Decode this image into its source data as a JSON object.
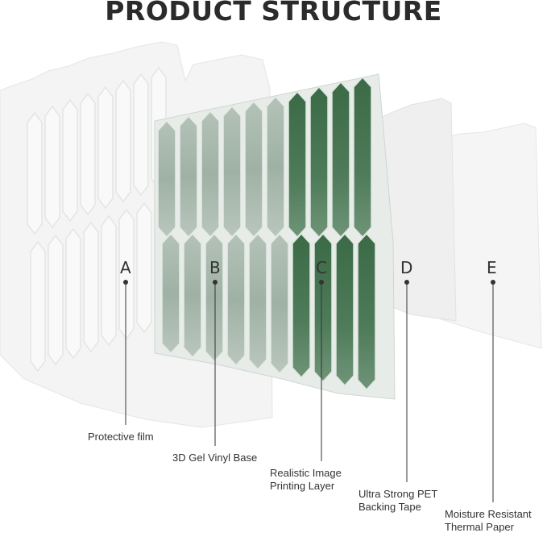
{
  "title": "PRODUCT STRUCTURE",
  "colors": {
    "green_dark": "#3f6e4a",
    "green_mid": "#5b8468",
    "sage": "#a9b8ae",
    "film": "#f4f5f4",
    "line": "#333333"
  },
  "layers": [
    {
      "letter": "A",
      "caption_lines": [
        "Protective film"
      ]
    },
    {
      "letter": "B",
      "caption_lines": [
        "3D Gel Vinyl Base"
      ]
    },
    {
      "letter": "C",
      "caption_lines": [
        "Realistic Image",
        "Printing Layer"
      ]
    },
    {
      "letter": "D",
      "caption_lines": [
        "Ultra Strong PET",
        "Backing Tape"
      ]
    },
    {
      "letter": "E",
      "caption_lines": [
        "Moisture Resistant",
        "Thermal Paper"
      ]
    }
  ]
}
